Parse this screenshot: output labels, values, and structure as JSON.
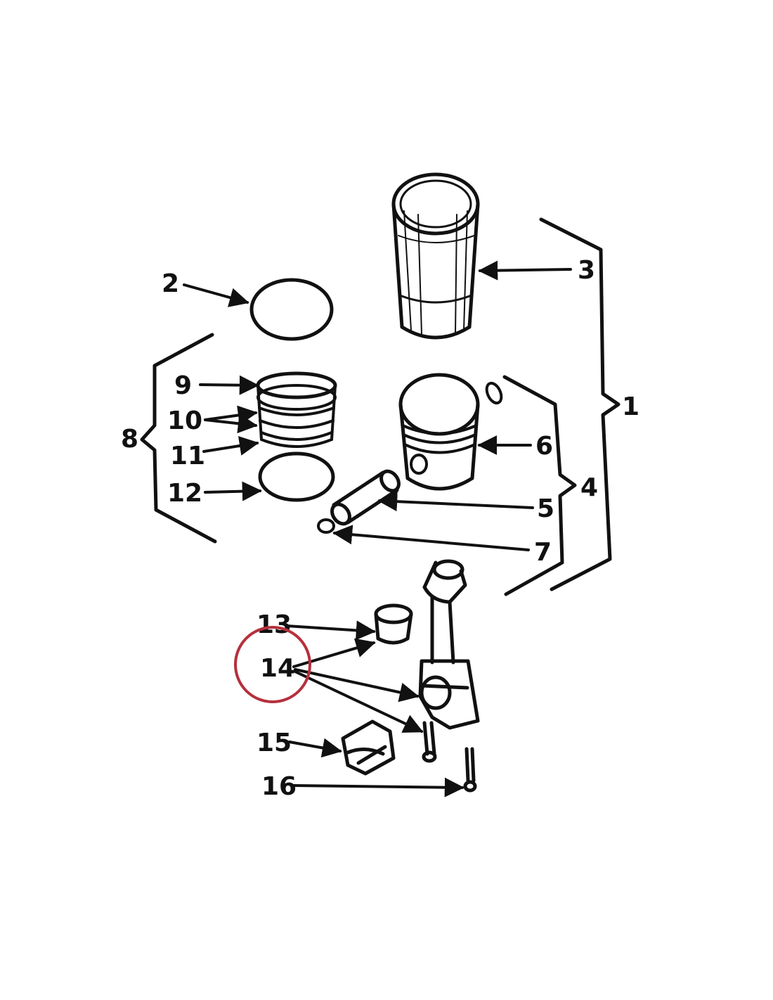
{
  "colors": {
    "ink": "#111111",
    "highlight": "#b5303d",
    "background": "#ffffff"
  },
  "callouts": [
    {
      "id": "1",
      "text": "1"
    },
    {
      "id": "2",
      "text": "2"
    },
    {
      "id": "3",
      "text": "3"
    },
    {
      "id": "4",
      "text": "4"
    },
    {
      "id": "5",
      "text": "5"
    },
    {
      "id": "6",
      "text": "6"
    },
    {
      "id": "7",
      "text": "7"
    },
    {
      "id": "8",
      "text": "8"
    },
    {
      "id": "9",
      "text": "9"
    },
    {
      "id": "10",
      "text": "10"
    },
    {
      "id": "11",
      "text": "11"
    },
    {
      "id": "12",
      "text": "12"
    },
    {
      "id": "13",
      "text": "13"
    },
    {
      "id": "14",
      "text": "14"
    },
    {
      "id": "15",
      "text": "15"
    },
    {
      "id": "16",
      "text": "16"
    }
  ],
  "highlighted_callout": "14"
}
